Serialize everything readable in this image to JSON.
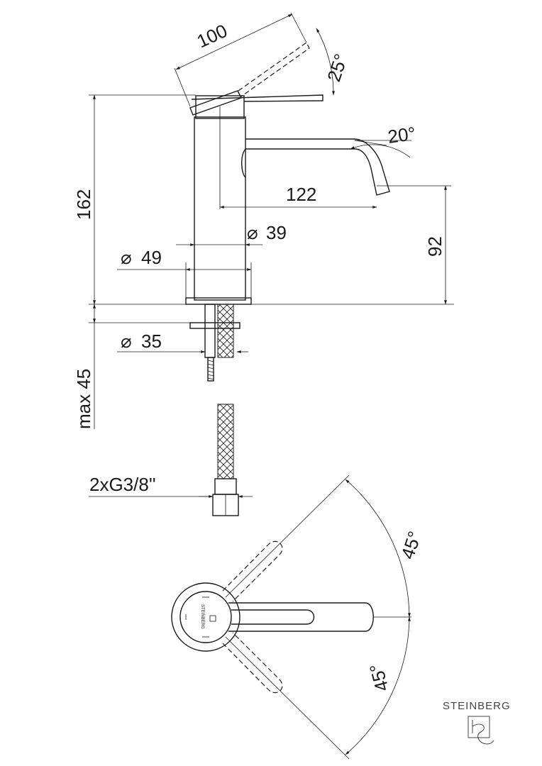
{
  "dimensions": {
    "lever_length": "100",
    "lever_angle": "25°",
    "spout_angle": "20°",
    "total_height": "162",
    "spout_reach": "122",
    "spout_height": "92",
    "body_diameter": "39",
    "base_diameter": "49",
    "hole_diameter": "35",
    "max_deck": "max 45",
    "connection": "2xG3/8''",
    "rotation_upper": "45°",
    "rotation_lower": "45°"
  },
  "diameter_symbol": "⌀",
  "brand": {
    "name": "STEINBERG",
    "handle_label": "STEINBERG"
  },
  "colors": {
    "line": "#1a1a1a",
    "background": "#ffffff"
  }
}
